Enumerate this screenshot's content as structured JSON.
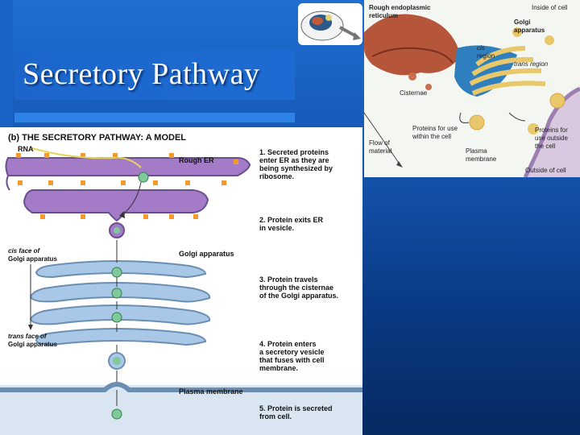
{
  "slide": {
    "title": "Secretory Pathway"
  },
  "inset": {
    "labels": {
      "rough_er": "Rough endoplasmic",
      "rough_er_2": "reticulum",
      "inside": "Inside of cell",
      "golgi": "Golgi",
      "golgi_2": "apparatus",
      "cis": "cis",
      "cis_region": "region",
      "trans": "trans region",
      "cisternae": "Cisternae",
      "proteins_within": "Proteins for use",
      "proteins_within_2": "within the cell",
      "proteins_outside": "Proteins for",
      "proteins_outside_2": "use outside",
      "proteins_outside_3": "the cell",
      "flow": "Flow of",
      "flow_2": "material",
      "plasma": "Plasma",
      "plasma_2": "membrane",
      "outside": "Outside of cell"
    }
  },
  "diagram": {
    "title": "(b) THE SECRETORY PATHWAY: A MODEL",
    "labels": {
      "rna": "RNA",
      "rough_er": "Rough ER",
      "golgi": "Golgi apparatus",
      "cis_face": "cis face of",
      "cis_face_2": "Golgi apparatus",
      "trans_face": "trans face of",
      "trans_face_2": "Golgi apparatus",
      "plasma": "Plasma membrane"
    },
    "steps": [
      {
        "lines": [
          "1. Secreted proteins",
          "enter ER as they are",
          "being synthesized by",
          "ribosome."
        ]
      },
      {
        "lines": [
          "2. Protein exits ER",
          "in vesicle."
        ]
      },
      {
        "lines": [
          "3. Protein travels",
          "through the cisternae",
          "of the Golgi apparatus."
        ]
      },
      {
        "lines": [
          "4. Protein enters",
          "a secretory vesicle",
          "that fuses with cell",
          "membrane."
        ]
      },
      {
        "lines": [
          "5. Protein is secreted",
          "from cell."
        ]
      }
    ]
  }
}
